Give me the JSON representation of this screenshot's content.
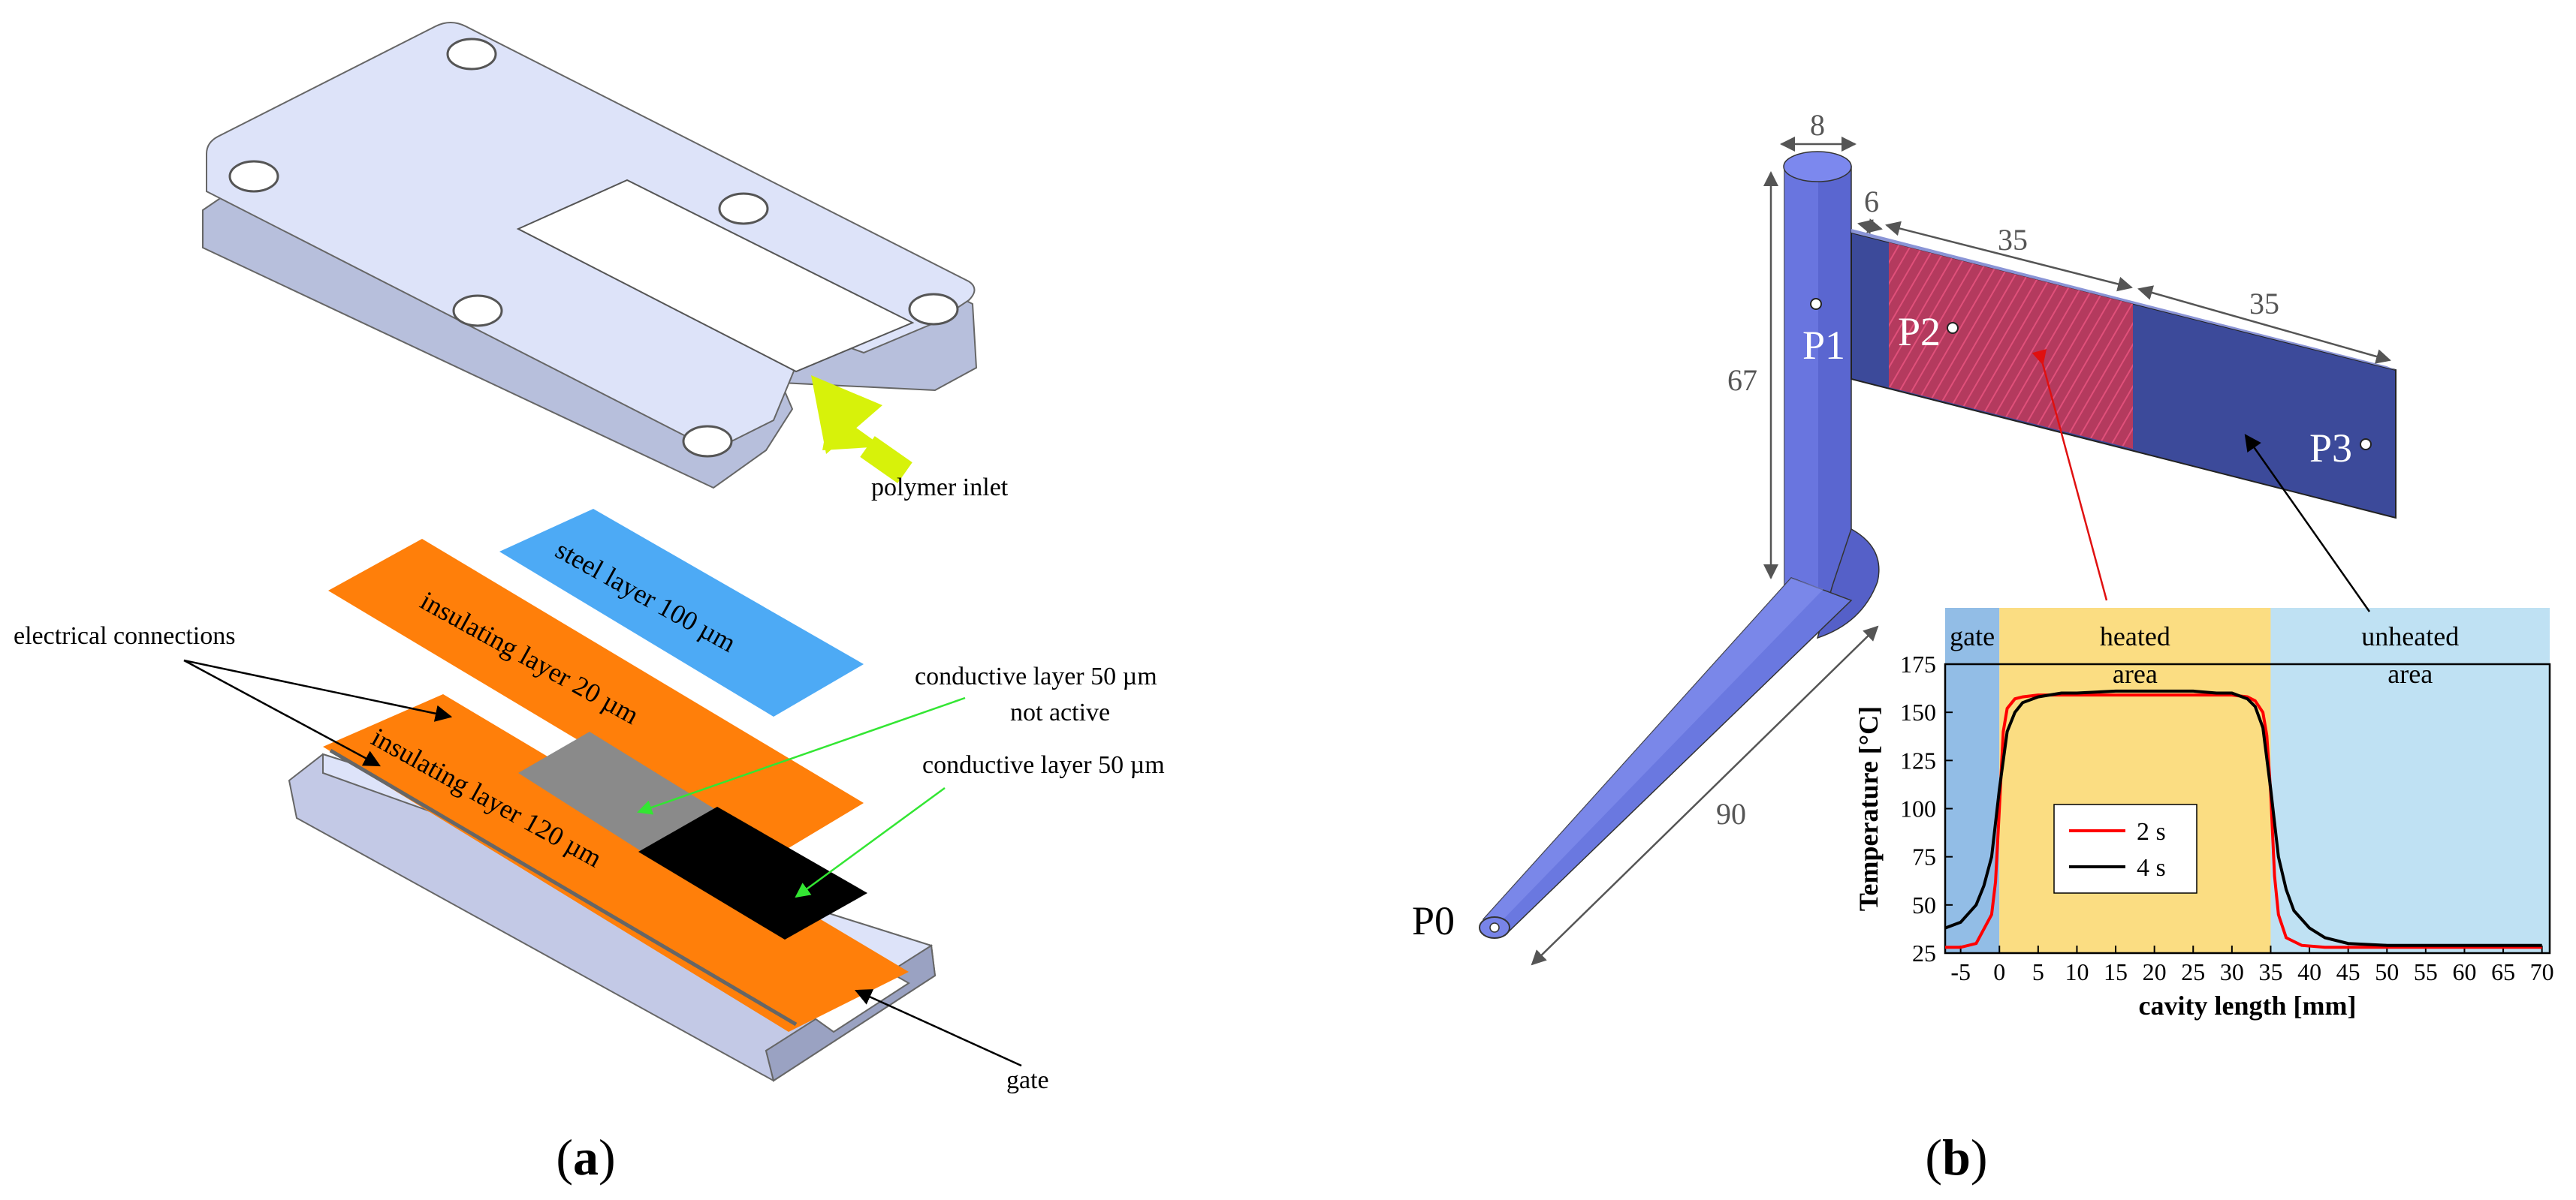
{
  "colors": {
    "plate": "#dde3f9",
    "plate_side": "#b7bfdc",
    "orange": "#ff7f0a",
    "steel": "#4daaf5",
    "conductive_inactive": "#8a8a8a",
    "conductive_active": "#000000",
    "arrow_yellow": "#d7f20a",
    "pointer_green": "#33e633",
    "runner_blue": "#6a78e0",
    "cavity_blue": "#3c4a9a",
    "heated_red": "#c0305a",
    "gate_band": "#92bde6",
    "heated_band": "#fbdd82",
    "unheated_band": "#bfe1f3",
    "curve_2s": "#ff0000",
    "curve_4s": "#000000"
  },
  "panel_a": {
    "label_open": "(",
    "label_letter": "a",
    "label_close": ")",
    "polymer_inlet": "polymer inlet",
    "steel_layer": "steel layer 100 µm",
    "insulating_20": "insulating layer 20 µm",
    "insulating_120": "insulating layer 120 µm",
    "electrical_connections": "electrical connections",
    "conductive_not_active_1": "conductive layer 50 µm",
    "conductive_not_active_2": "not active",
    "conductive_active": "conductive layer 50 µm",
    "gate": "gate"
  },
  "panel_b": {
    "label_open": "(",
    "label_letter": "b",
    "label_close": ")",
    "dims": {
      "d8": "8",
      "d6": "6",
      "d35a": "35",
      "d35b": "35",
      "d67": "67",
      "d90": "90"
    },
    "points": {
      "p0": "P0",
      "p1": "P1",
      "p2": "P2",
      "p3": "P3"
    }
  },
  "chart_data": {
    "type": "line",
    "xlabel": "cavity length [mm]",
    "ylabel": "Temperature [°C]",
    "xlim": [
      -7,
      71
    ],
    "ylim": [
      25,
      175
    ],
    "xticks": [
      "-5",
      "0",
      "5",
      "10",
      "15",
      "20",
      "25",
      "30",
      "35",
      "40",
      "45",
      "50",
      "55",
      "60",
      "65",
      "70"
    ],
    "yticks": [
      "25",
      "50",
      "75",
      "100",
      "125",
      "150",
      "175"
    ],
    "regions": [
      {
        "label_1": "gate",
        "label_2": "",
        "x0": -7,
        "x1": 0
      },
      {
        "label_1": "heated",
        "label_2": "area",
        "x0": 0,
        "x1": 35
      },
      {
        "label_1": "unheated",
        "label_2": "area",
        "x0": 35,
        "x1": 71
      }
    ],
    "legend_placement": "center",
    "series": [
      {
        "name": "2 s",
        "x": [
          -7,
          -5,
          -3,
          -1,
          -0.5,
          0,
          0.5,
          1,
          2,
          3,
          5,
          10,
          15,
          20,
          25,
          30,
          32,
          33,
          34,
          34.5,
          35,
          35.5,
          36,
          37,
          39,
          42,
          45,
          50,
          55,
          60,
          65,
          70
        ],
        "y": [
          28,
          28,
          30,
          45,
          62,
          100,
          140,
          152,
          157,
          158,
          159,
          159,
          159,
          159,
          159,
          159,
          158,
          156,
          150,
          138,
          108,
          65,
          45,
          33,
          29,
          28,
          28,
          28,
          28,
          28,
          28,
          28
        ]
      },
      {
        "name": "4 s",
        "x": [
          -7,
          -5,
          -3,
          -2,
          -1,
          0,
          1,
          2,
          3,
          5,
          8,
          10,
          15,
          20,
          25,
          28,
          30,
          32,
          33,
          34,
          35,
          36,
          37,
          38,
          40,
          42,
          45,
          50,
          55,
          60,
          65,
          70
        ],
        "y": [
          38,
          41,
          50,
          60,
          75,
          110,
          140,
          150,
          155,
          158,
          160,
          160,
          161,
          161,
          161,
          160,
          160,
          157,
          153,
          142,
          110,
          75,
          58,
          47,
          38,
          33,
          30,
          29,
          29,
          29,
          29,
          29
        ]
      }
    ]
  }
}
